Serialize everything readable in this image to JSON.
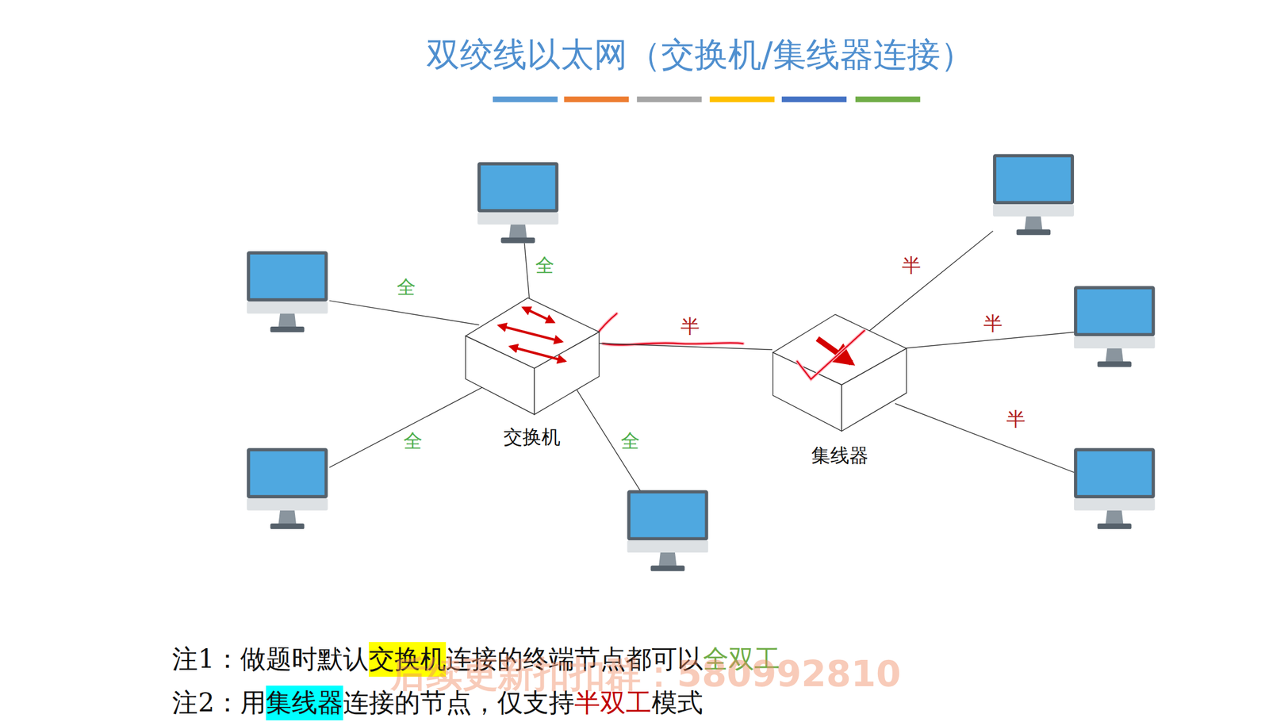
{
  "diagram": {
    "title": "双绞线以太网（交换机/集线器连接）",
    "nodes": [
      {
        "text": [
          "交换机"
        ]
      },
      {
        "text": [
          "集线器"
        ]
      }
    ],
    "edges": [
      {
        "from": 0,
        "to": 1,
        "label": "半",
        "arrow": "none"
      }
    ],
    "labels": [
      "全",
      "全",
      "全",
      "全",
      "半",
      "半",
      "半",
      "注1：做题时默认",
      "交换机",
      "连接的终端节点都可以",
      "全双工",
      "注2：用",
      "集线器",
      "连接的节点，仅支持",
      "半双工",
      "模式",
      "后续更新扣扣群：580992810"
    ]
  }
}
